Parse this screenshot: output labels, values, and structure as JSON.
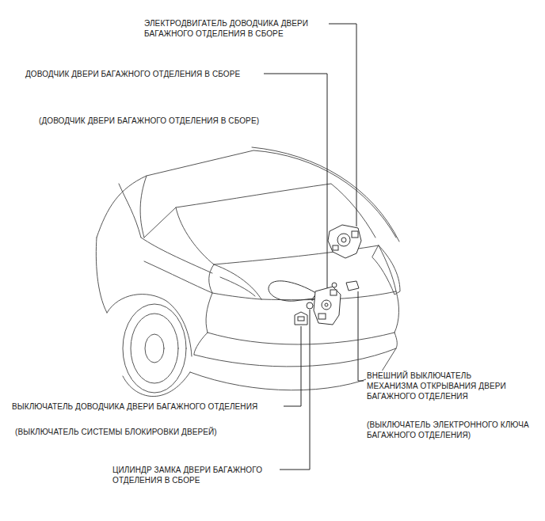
{
  "diagram": {
    "labels": [
      "ЭЛЕКТРОДВИГАТЕЛЬ ДОВОДЧИКА ДВЕРИ БАГАЖНОГО ОТДЕЛЕНИЯ В СБОРЕ",
      "ДОВОДЧИК ДВЕРИ БАГАЖНОГО ОТДЕЛЕНИЯ В СБОРЕ",
      "(ДОВОДЧИК ДВЕРИ БАГАЖНОГО ОТДЕЛЕНИЯ В СБОРЕ)",
      "ВНЕШНИЙ ВЫКЛЮЧАТЕЛЬ МЕХАНИЗМА ОТКРЫВАНИЯ ДВЕРИ БАГАЖНОГО ОТДЕЛЕНИЯ",
      "ВЫКЛЮЧАТЕЛЬ ДОВОДЧИКА ДВЕРИ БАГАЖНОГО ОТДЕЛЕНИЯ",
      "(ВЫКЛЮЧАТЕЛЬ ЭЛЕКТРОННОГО КЛЮЧА БАГАЖНОГО ОТДЕЛЕНИЯ)",
      "(ВЫКЛЮЧАТЕЛЬ СИСТЕМЫ БЛОКИРОВКИ ДВЕРЕЙ)",
      "ЦИЛИНДР ЗАМКА ДВЕРИ БАГАЖНОГО ОТДЕЛЕНИЯ В СБОРЕ"
    ]
  }
}
